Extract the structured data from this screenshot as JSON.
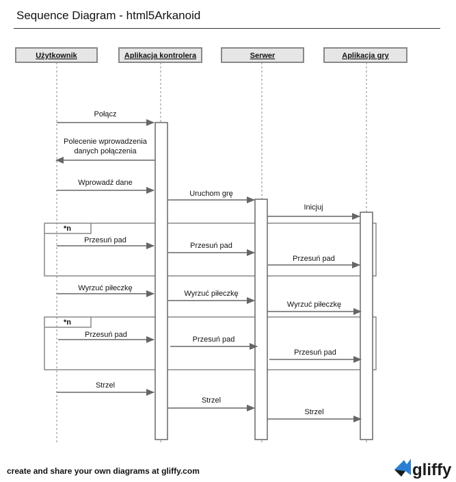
{
  "title": "Sequence Diagram - html5Arkanoid",
  "participants": [
    {
      "id": "user",
      "label": "Użytkownik"
    },
    {
      "id": "controller",
      "label": "Aplikacja kontrolera"
    },
    {
      "id": "server",
      "label": "Serwer"
    },
    {
      "id": "game",
      "label": "Aplikacja gry"
    }
  ],
  "messages": [
    {
      "from": "user",
      "to": "controller",
      "label": "Połącz"
    },
    {
      "from": "controller",
      "to": "user",
      "label": "Polecenie wprowadzenia danych połączenia"
    },
    {
      "from": "user",
      "to": "controller",
      "label": "Wprowadź dane"
    },
    {
      "from": "controller",
      "to": "server",
      "label": "Uruchom grę"
    },
    {
      "from": "server",
      "to": "game",
      "label": "Inicjuj"
    },
    {
      "from": "user",
      "to": "controller",
      "label": "Przesuń pad"
    },
    {
      "from": "controller",
      "to": "server",
      "label": "Przesuń pad"
    },
    {
      "from": "server",
      "to": "game",
      "label": "Przesuń pad"
    },
    {
      "from": "user",
      "to": "controller",
      "label": "Wyrzuć piłeczkę"
    },
    {
      "from": "controller",
      "to": "server",
      "label": "Wyrzuć piłeczkę"
    },
    {
      "from": "server",
      "to": "game",
      "label": "Wyrzuć piłeczkę"
    },
    {
      "from": "user",
      "to": "controller",
      "label": "Przesuń pad"
    },
    {
      "from": "controller",
      "to": "server",
      "label": "Przesuń pad"
    },
    {
      "from": "server",
      "to": "game",
      "label": "Przesuń pad"
    },
    {
      "from": "user",
      "to": "controller",
      "label": "Strzel"
    },
    {
      "from": "controller",
      "to": "server",
      "label": "Strzel"
    },
    {
      "from": "server",
      "to": "game",
      "label": "Strzel"
    }
  ],
  "loops": [
    {
      "label": "*n"
    },
    {
      "label": "*n"
    }
  ],
  "footer": "create and share your own diagrams at gliffy.com",
  "logo_text": "gliffy",
  "colors": {
    "header_fill": "#e6e6e6",
    "header_border": "#888888",
    "line": "#666666",
    "logo_blue": "#2a7fd4"
  }
}
